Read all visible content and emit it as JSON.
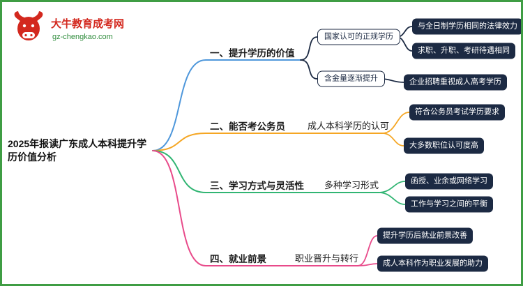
{
  "page": {
    "border_color": "#3f9d44",
    "background": "#ffffff"
  },
  "logo": {
    "site_name": "大牛教育成考网",
    "site_url": "gz-chengkao.com",
    "brand_red": "#d3281e",
    "brand_green": "#2f8c3c"
  },
  "root": {
    "label": "2025年报读广东成人本科提升学历价值分析"
  },
  "node_colors": {
    "leaf_bg": "#1c2a43",
    "leaf_text": "#ffffff"
  },
  "branches": [
    {
      "label": "一、提升学历的价值",
      "color": "#4e97db",
      "children": [
        {
          "label": "国家认可的正规学历",
          "style": "outlined",
          "leaves": [
            "与全日制学历相同的法律效力",
            "求职、升职、考研待遇相同"
          ]
        },
        {
          "label": "含金量逐渐提升",
          "style": "outlined",
          "leaves": [
            "企业招聘重视成人高考学历"
          ]
        }
      ]
    },
    {
      "label": "二、能否考公务员",
      "color": "#f5a623",
      "children": [
        {
          "label": "成人本科学历的认可",
          "style": "underline",
          "leaves": [
            "符合公务员考试学历要求",
            "大多数职位认可度高"
          ]
        }
      ]
    },
    {
      "label": "三、学习方式与灵活性",
      "color": "#31b573",
      "children": [
        {
          "label": "多种学习形式",
          "style": "underline",
          "leaves": [
            "函授、业余或网络学习",
            "工作与学习之间的平衡"
          ]
        }
      ]
    },
    {
      "label": "四、就业前景",
      "color": "#e84a8a",
      "children": [
        {
          "label": "职业晋升与转行",
          "style": "underline",
          "leaves": [
            "提升学历后就业前景改善",
            "成人本科作为职业发展的助力"
          ]
        }
      ]
    }
  ]
}
